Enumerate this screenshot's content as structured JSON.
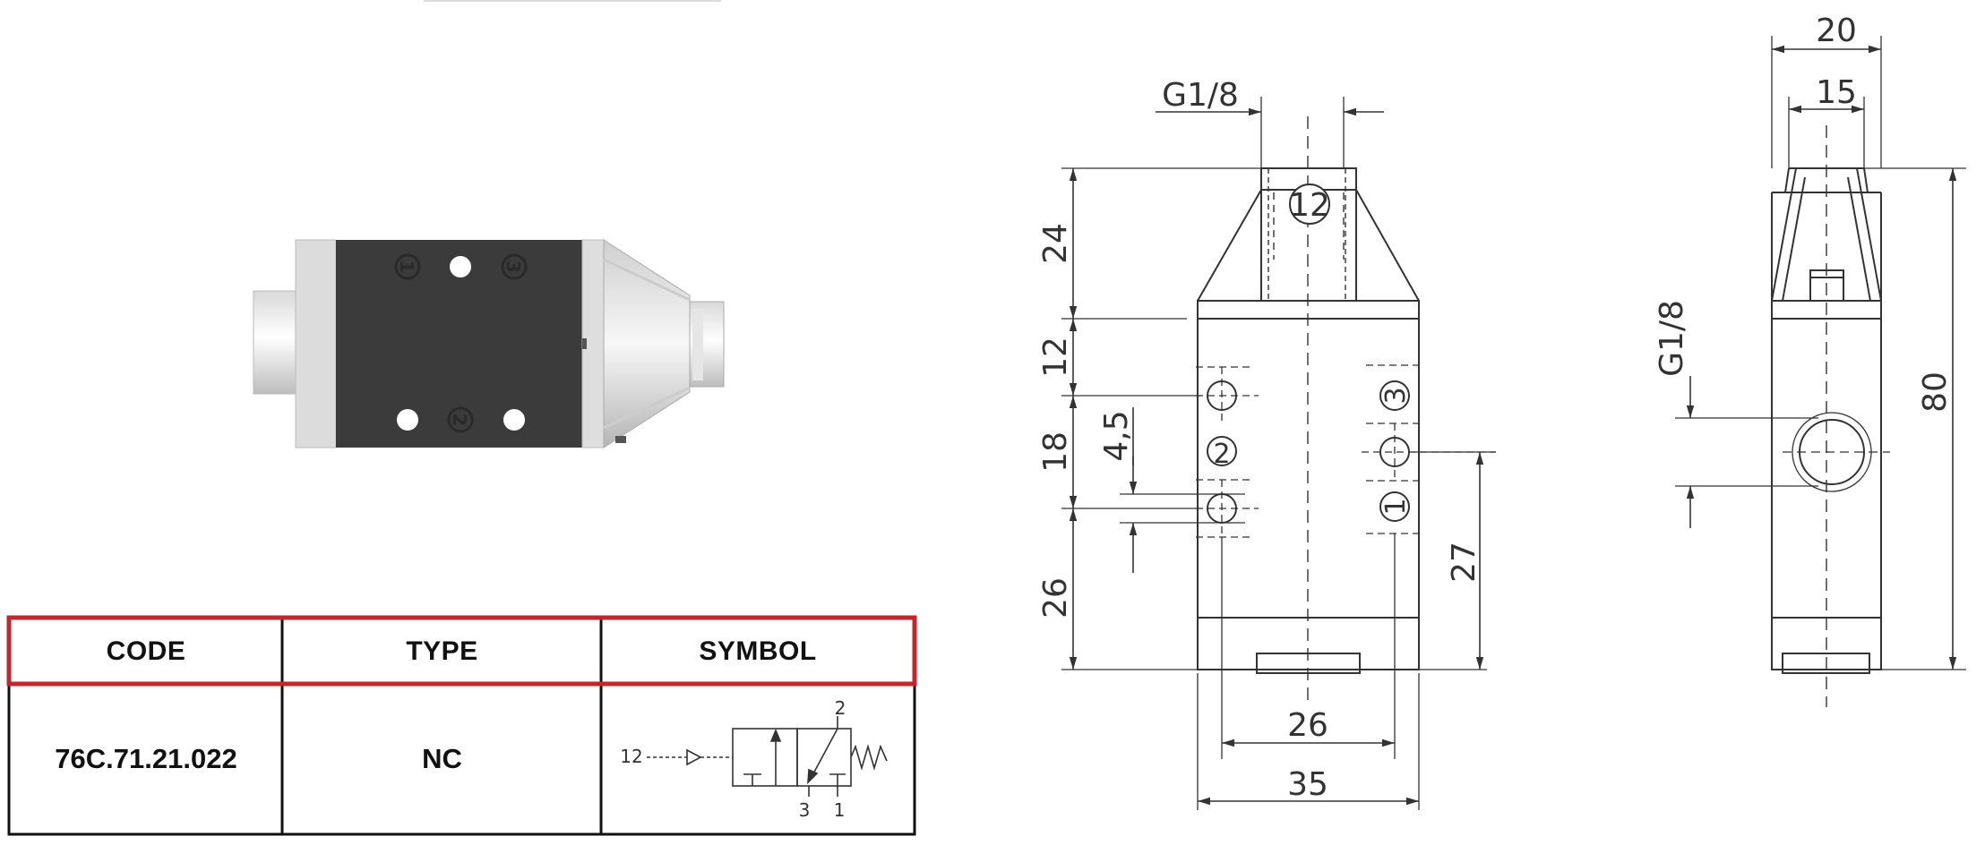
{
  "table": {
    "headers": [
      "CODE",
      "TYPE",
      "SYMBOL"
    ],
    "row": {
      "code": "76C.71.21.022",
      "type": "NC"
    },
    "header_border_color": "#c1272d"
  },
  "symbol": {
    "pilot_port": "12",
    "outlet_port": "2",
    "exhaust_port": "3",
    "inlet_port": "1"
  },
  "front_view": {
    "thread_label": "G1/8",
    "top_port": "12",
    "port_labels": [
      "2",
      "3",
      "1"
    ],
    "dims": {
      "top_height": "24",
      "band": "12",
      "spacing": "18",
      "hole": "4,5",
      "bottom": "26",
      "right_height": "27",
      "port_width": "26",
      "body_width": "35"
    }
  },
  "side_view": {
    "thread_label": "G1/8",
    "dims": {
      "width": "20",
      "inner_width": "15",
      "height": "80"
    }
  },
  "photo": {
    "port_glyphs": [
      "1",
      "3",
      "2"
    ]
  }
}
